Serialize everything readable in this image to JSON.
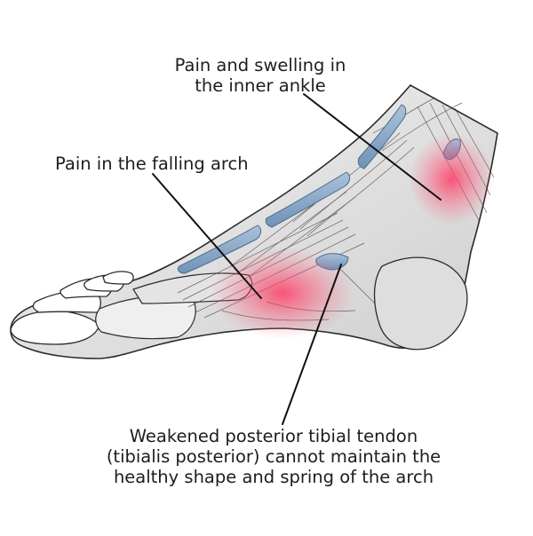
{
  "labels": {
    "inner_ankle": {
      "line1": "Pain and swelling in",
      "line2": "the inner ankle"
    },
    "falling_arch": {
      "text": "Pain in the falling arch"
    },
    "tendon": {
      "line1": "Weakened posterior tibial tendon",
      "line2": "(tibialis posterior) cannot maintain the",
      "line3": "healthy shape and spring of the arch"
    }
  },
  "colors": {
    "background": "#ffffff",
    "text": "#1d1d1d",
    "leader_line": "#111111",
    "pain_glow": "#ff3c64",
    "tendon_blue": "#7e9fc0",
    "ink": "#2a2a2a"
  }
}
